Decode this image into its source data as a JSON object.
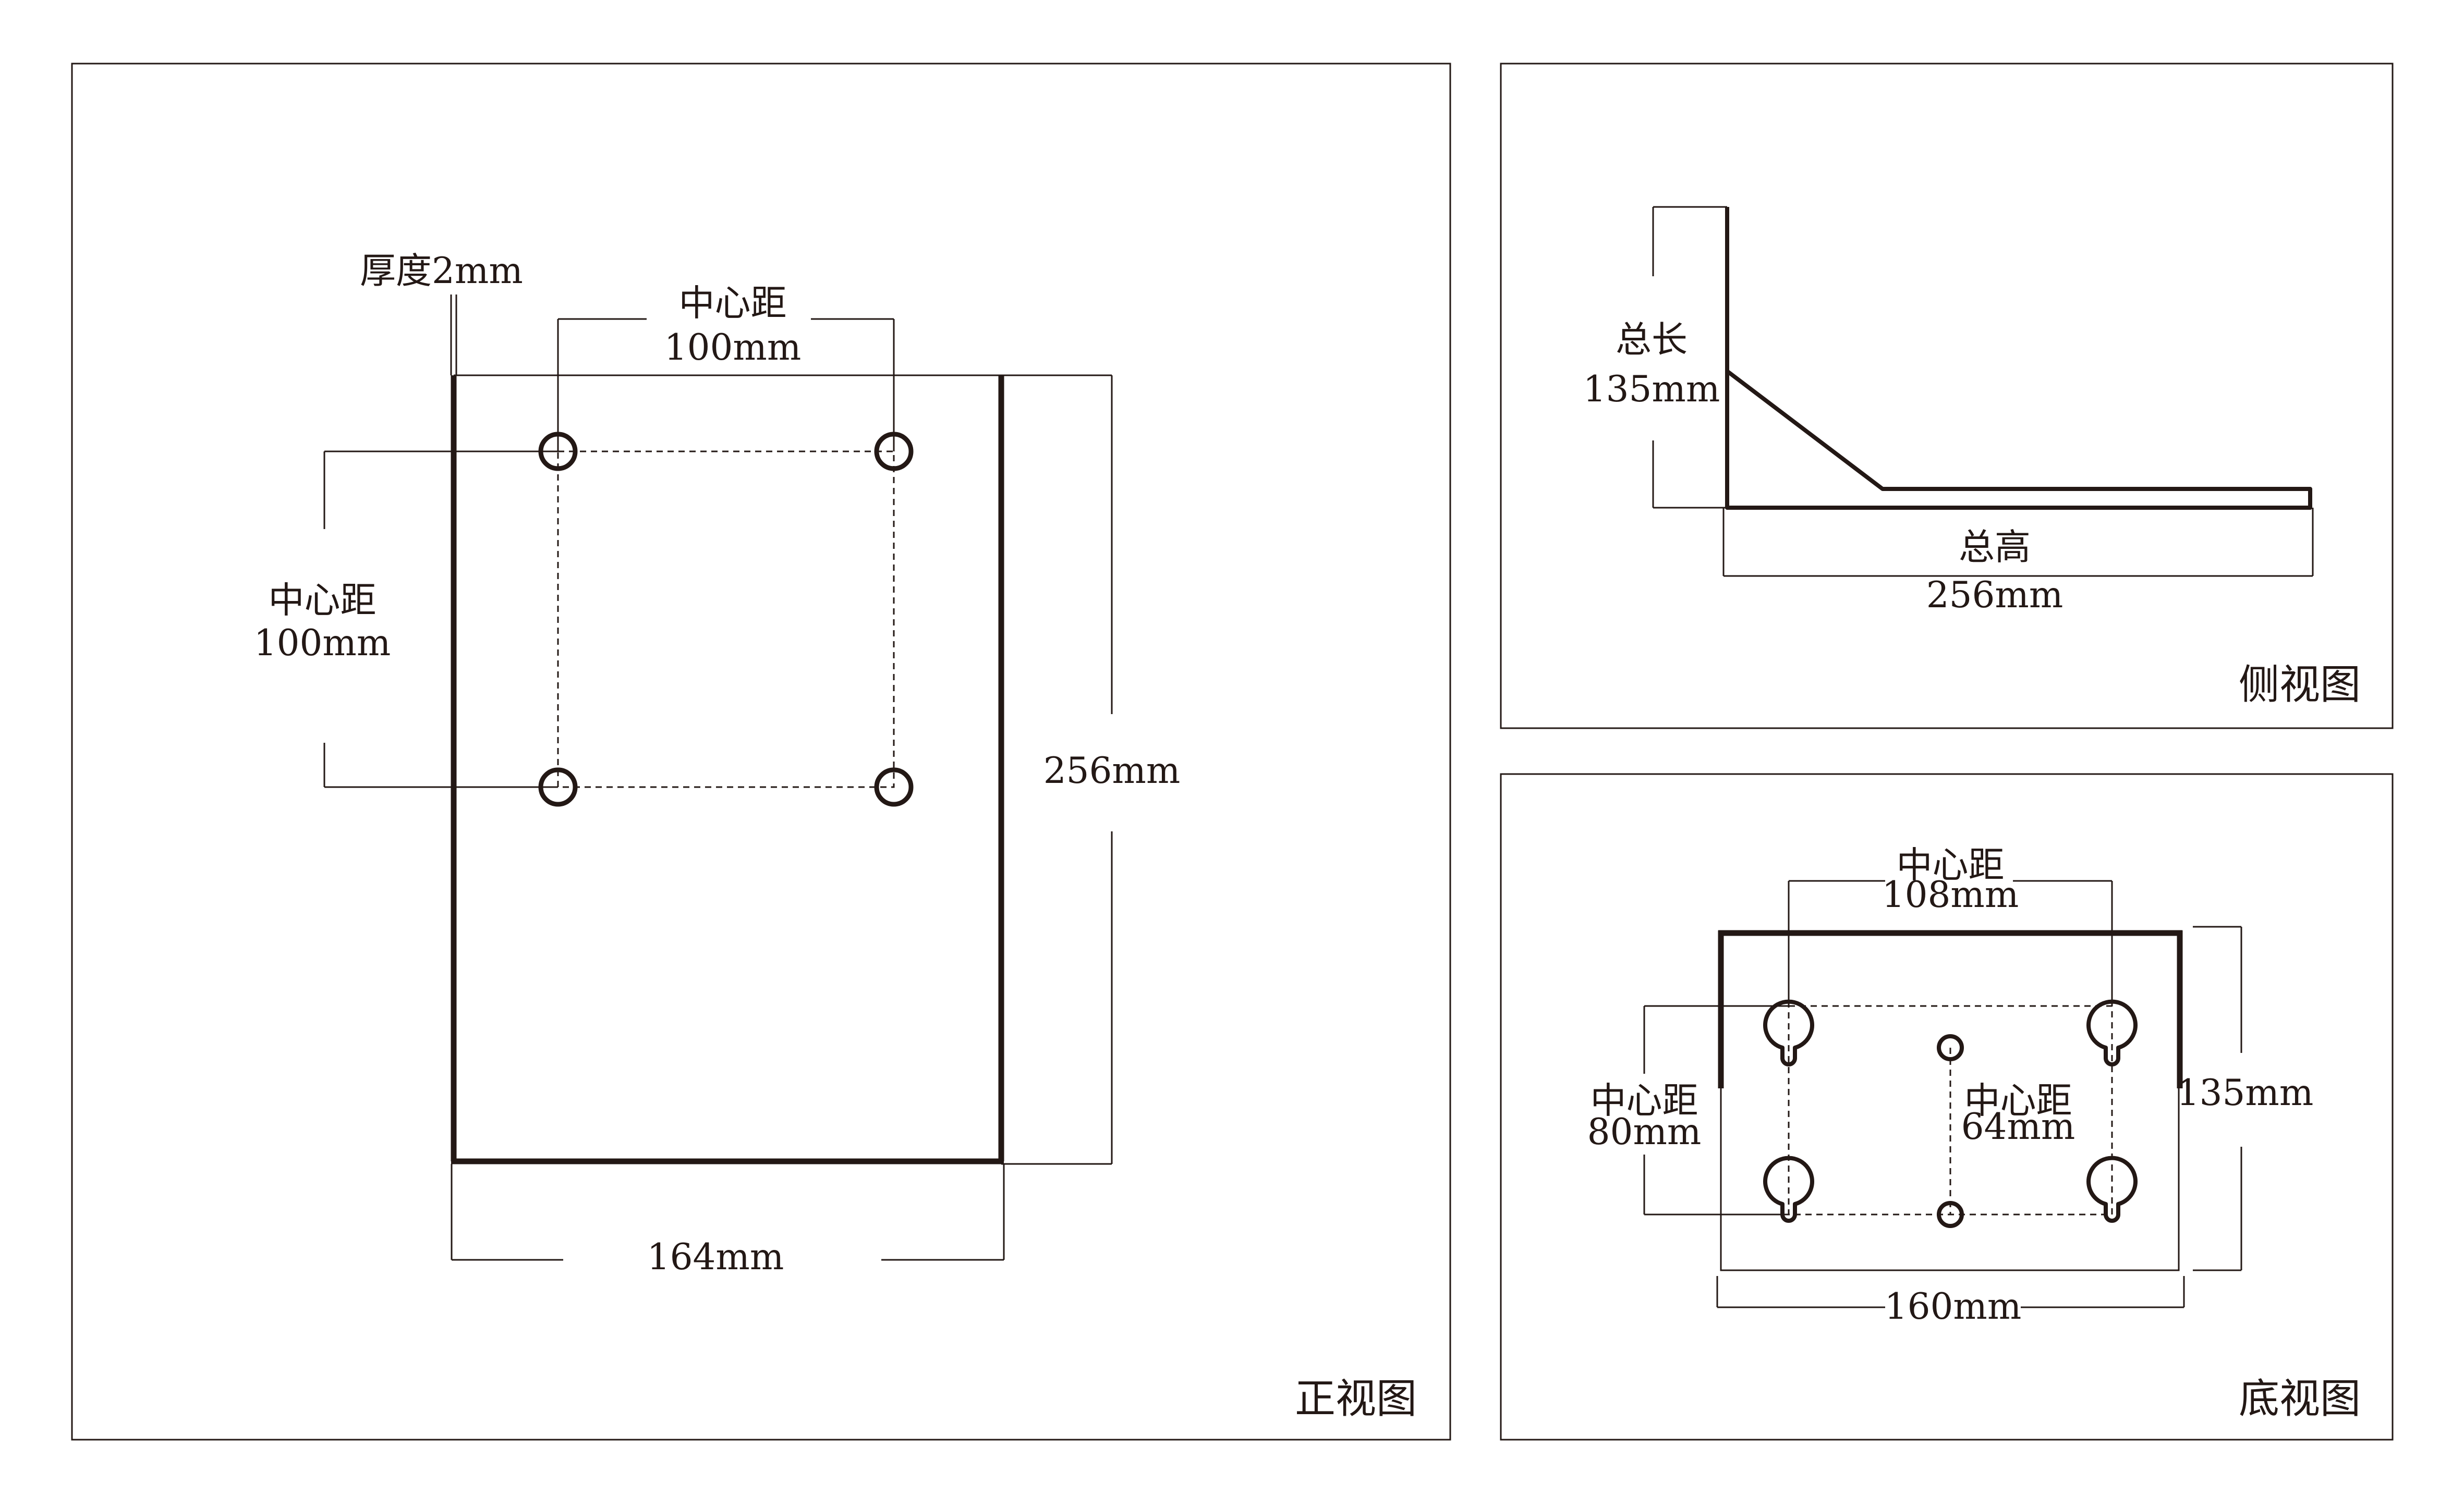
{
  "front_view": {
    "title": "正视图",
    "thickness_label": "厚度2mm",
    "top_spacing": {
      "name": "中心距",
      "value": "100mm"
    },
    "left_spacing": {
      "name": "中心距",
      "value": "100mm"
    },
    "height_label": "256mm",
    "width_label": "164mm"
  },
  "side_view": {
    "title": "侧视图",
    "length_label": {
      "name": "总长",
      "value": "135mm"
    },
    "height_label": {
      "name": "总高",
      "value": "256mm"
    }
  },
  "bottom_view": {
    "title": "底视图",
    "top_spacing": {
      "name": "中心距",
      "value": "108mm"
    },
    "left_spacing": {
      "name": "中心距",
      "value": "80mm"
    },
    "center_spacing": {
      "name": "中心距",
      "value": "64mm"
    },
    "depth_label": "135mm",
    "width_label": "160mm"
  }
}
